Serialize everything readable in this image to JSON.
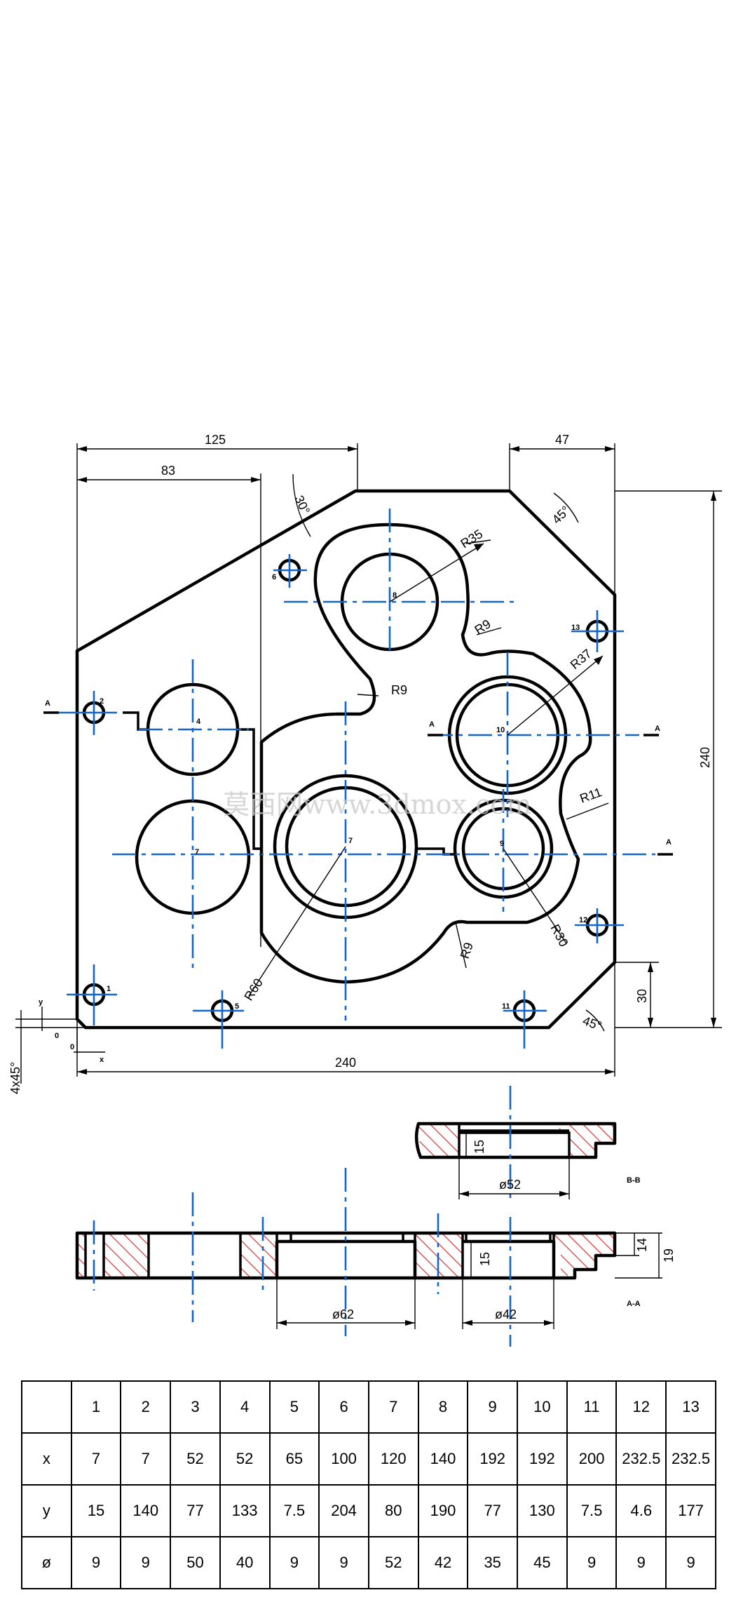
{
  "drawing": {
    "dimensions": {
      "top_width_left": "125",
      "width_83": "83",
      "top_right_47": "47",
      "chamfer_top_right": "45°",
      "angle_top_left": "30°",
      "height_total": "240",
      "width_total": "240",
      "bottom_right_30": "30",
      "chamfer_bottom_right": "45°",
      "chamfer_bottom_left": "4x45°",
      "origin_x": "x",
      "origin_y": "y",
      "origin_zero_x": "0",
      "origin_zero_y": "0"
    },
    "radii": {
      "r35": "R35",
      "r9_top": "R9",
      "r9_left": "R9",
      "r37": "R37",
      "r11": "R11",
      "r30": "R30",
      "r9_bottom": "R9",
      "r60": "R60"
    },
    "hole_labels": [
      "1",
      "2",
      "4",
      "5",
      "6",
      "7",
      "8",
      "9",
      "10",
      "11",
      "12",
      "13",
      "7"
    ],
    "section_marks": {
      "a_left": "A",
      "a_right": "A",
      "a_lower_right": "A"
    },
    "section_bb": {
      "title": "B-B",
      "depth": "15",
      "diameter": "ø52"
    },
    "section_aa": {
      "title": "A-A",
      "depth_15": "15",
      "thickness_14": "14",
      "thickness_19": "19",
      "diameter_62": "ø62",
      "diameter_42": "ø42"
    },
    "watermark": "莫西网www.3dmox.com",
    "colors": {
      "centerline": "#1466c8",
      "hatch": "#e03030",
      "outline": "#000000"
    }
  },
  "coordinate_table": {
    "header": [
      "",
      "1",
      "2",
      "3",
      "4",
      "5",
      "6",
      "7",
      "8",
      "9",
      "10",
      "11",
      "12",
      "13"
    ],
    "rows": [
      [
        "x",
        "7",
        "7",
        "52",
        "52",
        "65",
        "100",
        "120",
        "140",
        "192",
        "192",
        "200",
        "232.5",
        "232.5"
      ],
      [
        "y",
        "15",
        "140",
        "77",
        "133",
        "7.5",
        "204",
        "80",
        "190",
        "77",
        "130",
        "7.5",
        "4.6",
        "177"
      ],
      [
        "ø",
        "9",
        "9",
        "50",
        "40",
        "9",
        "9",
        "52",
        "42",
        "35",
        "45",
        "9",
        "9",
        "9"
      ]
    ]
  }
}
